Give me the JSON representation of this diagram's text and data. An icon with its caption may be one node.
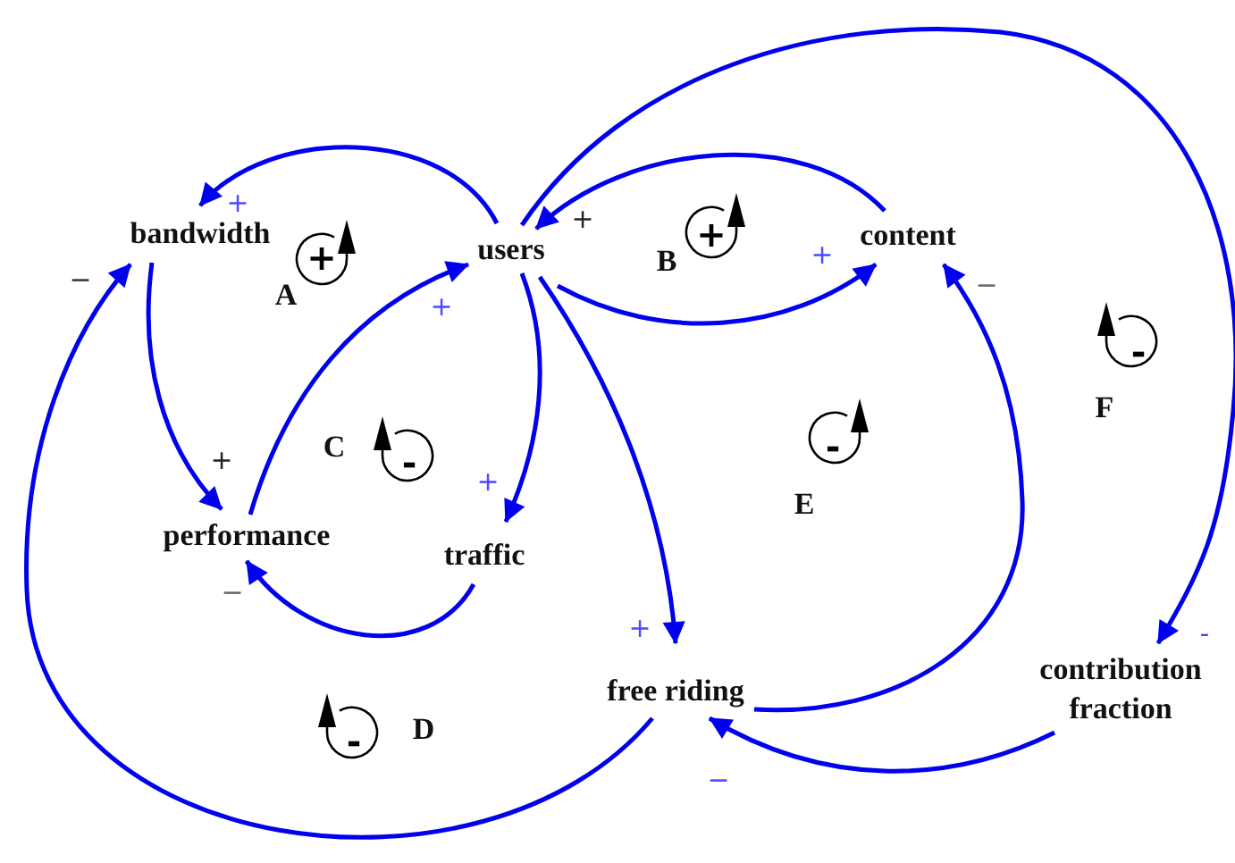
{
  "diagram": {
    "nodes": [
      {
        "text": [
          "bandwidth"
        ]
      },
      {
        "text": [
          "users"
        ]
      },
      {
        "text": [
          "content"
        ]
      },
      {
        "text": [
          "performance"
        ]
      },
      {
        "text": [
          "traffic"
        ]
      },
      {
        "text": [
          "free riding"
        ]
      },
      {
        "text": [
          "contribution fraction"
        ]
      }
    ],
    "edges": [
      {
        "from": 1,
        "to": 0,
        "arrow": "to",
        "label": "+"
      },
      {
        "from": 0,
        "to": 3,
        "arrow": "to",
        "label": "+"
      },
      {
        "from": 3,
        "to": 1,
        "arrow": "to",
        "label": "+"
      },
      {
        "from": 1,
        "to": 4,
        "arrow": "to",
        "label": "+"
      },
      {
        "from": 4,
        "to": 3,
        "arrow": "to",
        "label": "−"
      },
      {
        "from": 5,
        "to": 0,
        "arrow": "to",
        "label": "−"
      },
      {
        "from": 2,
        "to": 1,
        "arrow": "to",
        "label": "+"
      },
      {
        "from": 1,
        "to": 2,
        "arrow": "to",
        "label": "+"
      },
      {
        "from": 1,
        "to": 5,
        "arrow": "to",
        "label": "+"
      },
      {
        "from": 5,
        "to": 2,
        "arrow": "to",
        "label": "−"
      },
      {
        "from": 1,
        "to": 6,
        "arrow": "to",
        "label": "-"
      },
      {
        "from": 6,
        "to": 5,
        "arrow": "to",
        "label": "−"
      }
    ],
    "labels": [
      "+",
      "+",
      "A",
      "B",
      "-",
      "F",
      "-",
      "C",
      "-",
      "E",
      "-",
      "D"
    ]
  }
}
